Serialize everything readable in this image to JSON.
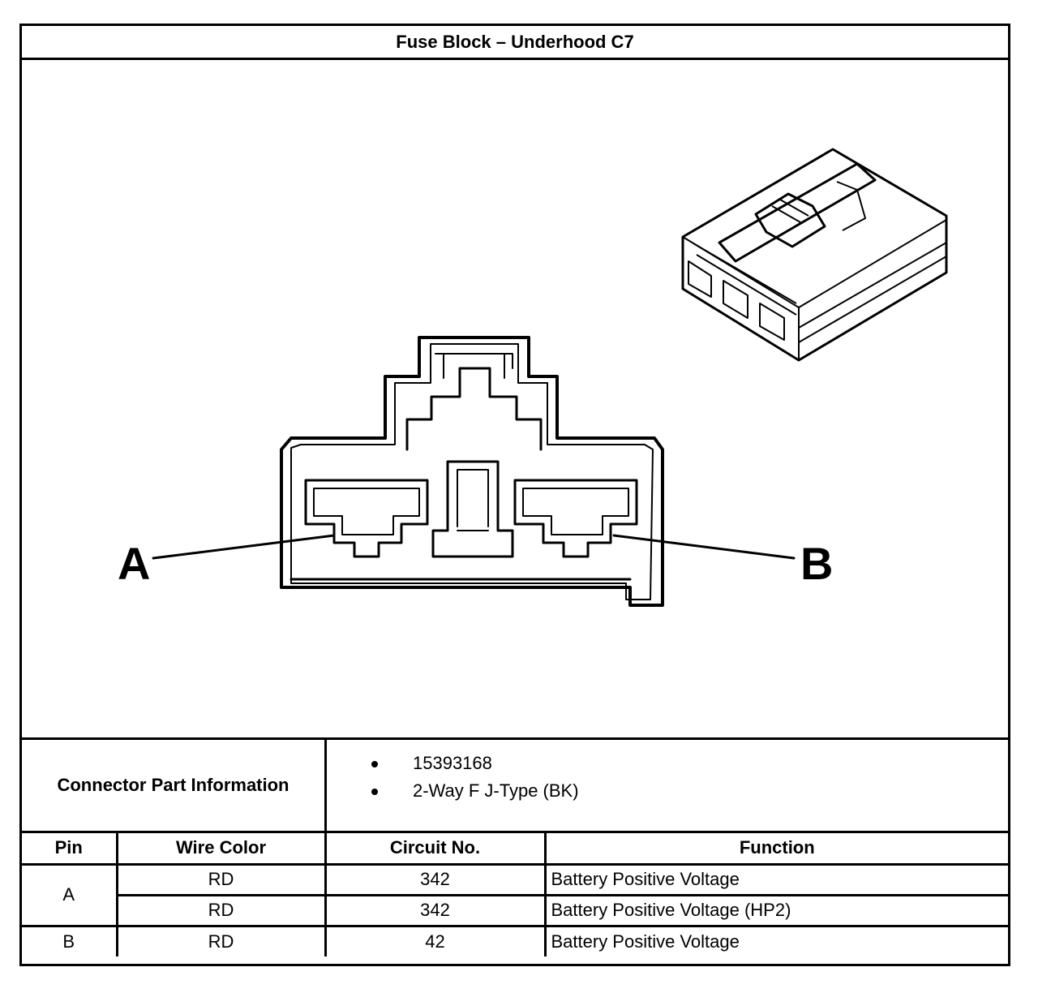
{
  "title": "Fuse Block – Underhood C7",
  "drawing": {
    "callouts": [
      "A",
      "B"
    ]
  },
  "connector_info": {
    "label": "Connector Part Information",
    "items": [
      "15393168",
      "2-Way F J-Type (BK)"
    ]
  },
  "table": {
    "headers": [
      "Pin",
      "Wire Color",
      "Circuit No.",
      "Function"
    ],
    "rows": [
      {
        "pin": "A",
        "wire_color": "RD",
        "circuit": "342",
        "function": "Battery Positive Voltage"
      },
      {
        "pin": "",
        "wire_color": "RD",
        "circuit": "342",
        "function": "Battery Positive Voltage (HP2)"
      },
      {
        "pin": "B",
        "wire_color": "RD",
        "circuit": "42",
        "function": "Battery Positive Voltage"
      }
    ]
  }
}
